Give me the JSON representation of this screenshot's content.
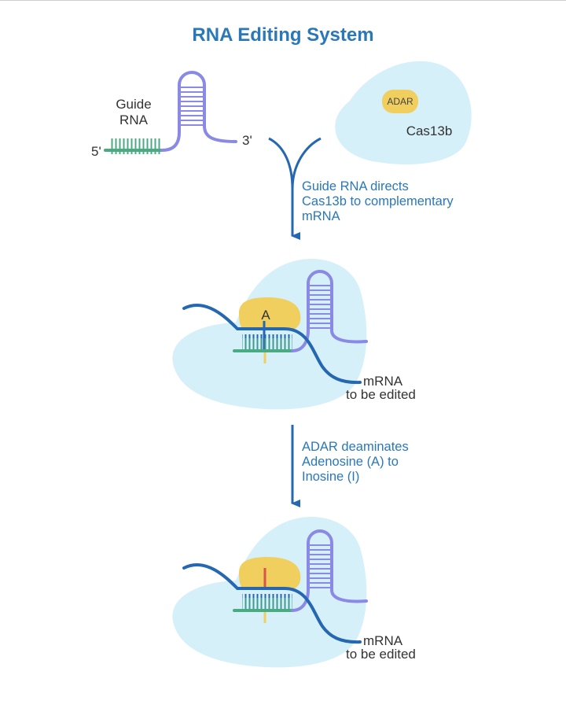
{
  "title": "RNA Editing System",
  "labels": {
    "guide_rna_line1": "Guide",
    "guide_rna_line2": "RNA",
    "five_prime": "5'",
    "three_prime": "3'",
    "adar": "ADAR",
    "cas13b": "Cas13b",
    "adenosine": "A",
    "mrna": "mRNA",
    "to_be_edited": "to be edited"
  },
  "steps": [
    {
      "lines": [
        "Guide RNA directs",
        "Cas13b to complementary",
        "mRNA"
      ]
    },
    {
      "lines": [
        "ADAR deaminates",
        "Adenosine (A) to",
        "Inosine (I)"
      ]
    }
  ],
  "colors": {
    "title": "#2a78b8",
    "cas13b": "#d6f0f9",
    "adar": "#f0cf5e",
    "guide_rna": "#8a8ae6",
    "guide_seq": "#4aab82",
    "mrna": "#2567b0",
    "arrow": "#2567b0",
    "base_a": "#2567b0",
    "base_i": "#d9534f"
  }
}
